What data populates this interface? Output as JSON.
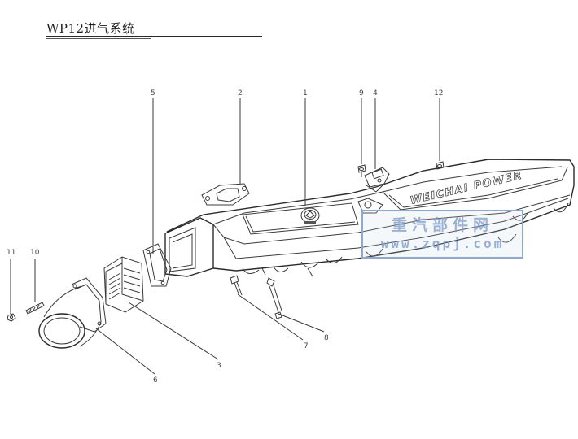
{
  "page": {
    "title": "WP12进气系统"
  },
  "diagram": {
    "brand_text": "WEICHAI POWER",
    "callouts": [
      "1",
      "2",
      "3",
      "4",
      "5",
      "6",
      "7",
      "8",
      "9",
      "10",
      "11",
      "12"
    ]
  },
  "watermark": {
    "line1": "重汽部件网",
    "line2": "www.zqpj.com"
  },
  "colors": {
    "line": "#3a3a3a",
    "watermark": "#8ea9cf"
  }
}
